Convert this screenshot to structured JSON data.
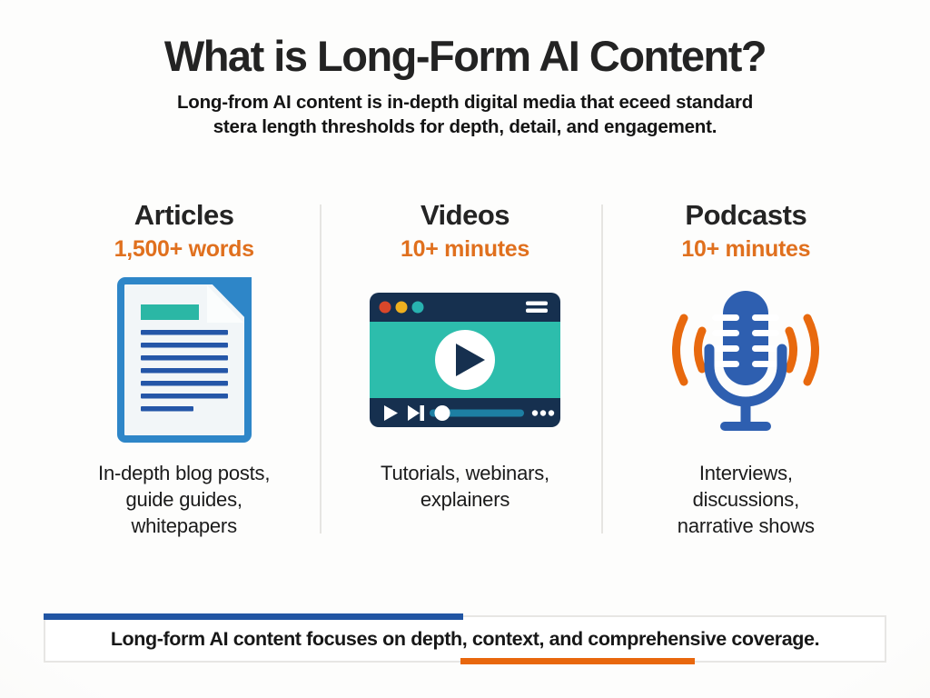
{
  "header": {
    "title": "What is Long-Form AI Content?",
    "subtitle": "Long-from AI content is in-depth digital media that eceed standard\nstera length thresholds for depth, detail, and engagement."
  },
  "columns": [
    {
      "name": "Articles",
      "metric": "1,500+ words",
      "icon": "document-icon",
      "description": "In-depth blog posts,\nguide guides,\nwhitepapers"
    },
    {
      "name": "Videos",
      "metric": "10+ minutes",
      "icon": "video-player-icon",
      "description": "Tutorials, webinars,\nexplainers"
    },
    {
      "name": "Podcasts",
      "metric": "10+ minutes",
      "icon": "podcast-mic-icon",
      "description": "Interviews,\ndiscussions,\nnarrative shows"
    }
  ],
  "footer": {
    "text": "Long-form AI content focuses on depth, context, and comprehensive coverage."
  },
  "colors": {
    "accent-orange": "#E0701E",
    "navy": "#16304F",
    "teal": "#2DBDAC",
    "doc-teal": "#2BB7A5",
    "doc-border-blue": "#2E86C8",
    "doc-line-blue": "#2456A8",
    "mic-blue": "#2E5FB0",
    "wave-orange": "#E8690E",
    "progress-blue": "#1D7FA3",
    "dot-red": "#D9472A",
    "dot-yellow": "#EFB01F",
    "dot-teal": "#28B2B0",
    "footer-blue": "#2155A3",
    "footer-orange": "#E8670D"
  }
}
